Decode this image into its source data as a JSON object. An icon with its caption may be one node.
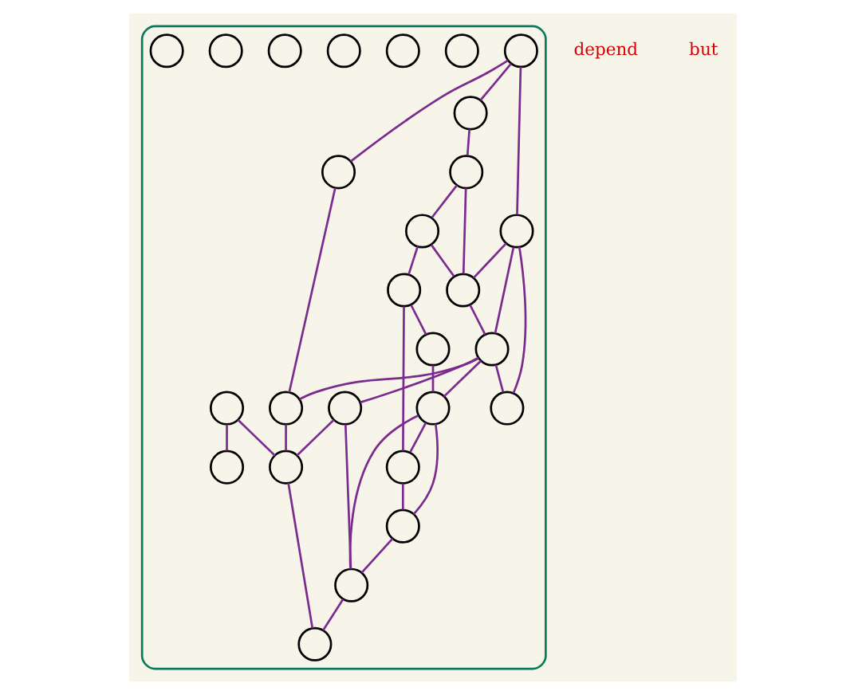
{
  "diagram": {
    "nodes": [
      {
        "text": [],
        "shape": "cloud"
      },
      {
        "text": [],
        "shape": "circle",
        "in": 0
      },
      {
        "text": [],
        "shape": "circle",
        "in": 0
      },
      {
        "text": [],
        "shape": "circle",
        "in": 0
      },
      {
        "text": [],
        "shape": "circle",
        "in": 0
      },
      {
        "text": [],
        "shape": "circle",
        "in": 0
      },
      {
        "text": [],
        "shape": "circle",
        "in": 0
      },
      {
        "text": [],
        "shape": "circle",
        "in": 0
      },
      {
        "text": [],
        "shape": "circle",
        "in": 0
      },
      {
        "text": [],
        "shape": "circle",
        "in": 0
      },
      {
        "text": [],
        "shape": "circle",
        "in": 0
      },
      {
        "text": [],
        "shape": "circle",
        "in": 0
      },
      {
        "text": [],
        "shape": "circle",
        "in": 0
      },
      {
        "text": [],
        "shape": "circle",
        "in": 0
      },
      {
        "text": [],
        "shape": "circle",
        "in": 0
      },
      {
        "text": [],
        "shape": "circle",
        "in": 0
      },
      {
        "text": [],
        "shape": "circle",
        "in": 0
      },
      {
        "text": [],
        "shape": "circle",
        "in": 0
      },
      {
        "text": [],
        "shape": "circle",
        "in": 0
      },
      {
        "text": [],
        "shape": "circle",
        "in": 0
      },
      {
        "text": [],
        "shape": "circle",
        "in": 0
      },
      {
        "text": [],
        "shape": "circle",
        "in": 0
      },
      {
        "text": [],
        "shape": "circle",
        "in": 0
      },
      {
        "text": [],
        "shape": "circle",
        "in": 0
      },
      {
        "text": [],
        "shape": "circle",
        "in": 0
      },
      {
        "text": [],
        "shape": "circle",
        "in": 0
      },
      {
        "text": [],
        "shape": "circle",
        "in": 0
      },
      {
        "text": [],
        "shape": "circle",
        "in": 0
      }
    ],
    "edges": [
      {
        "from": 1,
        "to": 3,
        "arrow": "none"
      },
      {
        "from": 1,
        "to": 7,
        "arrow": "none"
      },
      {
        "from": 1,
        "to": 2,
        "arrow": "none"
      },
      {
        "from": 3,
        "to": 4,
        "arrow": "none"
      },
      {
        "from": 4,
        "to": 10,
        "arrow": "none"
      },
      {
        "from": 4,
        "to": 8,
        "arrow": "none"
      },
      {
        "from": 10,
        "to": 8,
        "arrow": "none"
      },
      {
        "from": 7,
        "to": 8,
        "arrow": "none"
      },
      {
        "from": 7,
        "to": 5,
        "arrow": "none"
      },
      {
        "from": 13,
        "to": 5,
        "arrow": "none"
      },
      {
        "from": 2,
        "to": 11,
        "arrow": "none"
      },
      {
        "from": 13,
        "to": 11,
        "arrow": "none"
      },
      {
        "from": 11,
        "to": 18,
        "arrow": "none"
      },
      {
        "from": 12,
        "to": 18,
        "arrow": "none"
      },
      {
        "from": 12,
        "to": 6,
        "arrow": "none"
      },
      {
        "from": 13,
        "to": 20,
        "arrow": "none"
      },
      {
        "from": 7,
        "to": 13,
        "arrow": "none"
      },
      {
        "from": 8,
        "to": 13,
        "arrow": "none"
      },
      {
        "from": 13,
        "to": 17,
        "arrow": "none"
      },
      {
        "from": 10,
        "to": 19,
        "arrow": "none"
      },
      {
        "from": 19,
        "to": 15,
        "arrow": "none"
      },
      {
        "from": 15,
        "to": 20,
        "arrow": "none"
      },
      {
        "from": 19,
        "to": 22,
        "arrow": "none"
      },
      {
        "from": 20,
        "to": 22,
        "arrow": "none"
      },
      {
        "from": 20,
        "to": 27,
        "arrow": "none"
      },
      {
        "from": 20,
        "to": 24,
        "arrow": "none"
      },
      {
        "from": 22,
        "to": 27,
        "arrow": "none"
      },
      {
        "from": 27,
        "to": 24,
        "arrow": "none"
      },
      {
        "from": 17,
        "to": 24,
        "arrow": "none"
      },
      {
        "from": 17,
        "to": 18,
        "arrow": "none"
      },
      {
        "from": 24,
        "to": 25,
        "arrow": "none"
      },
      {
        "from": 18,
        "to": 25,
        "arrow": "none"
      }
    ],
    "labels": [
      "depend",
      "but"
    ]
  }
}
